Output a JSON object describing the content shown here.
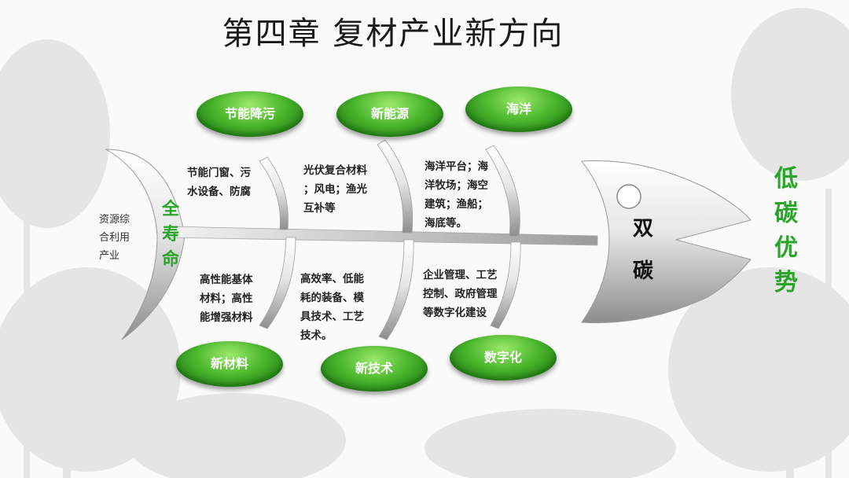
{
  "title": "第四章  复材产业新方向",
  "tail_text": [
    "资源综",
    "合利用",
    "产业"
  ],
  "left_vertical": "全寿命",
  "head_text": "双碳",
  "right_vertical": "低碳优势",
  "top_categories": [
    {
      "label": "节能降污",
      "lines": [
        "节能门窗、污",
        "水设备、防腐"
      ]
    },
    {
      "label": "新能源",
      "lines": [
        "光伏复合材料",
        "；风电；渔光",
        "互补等"
      ]
    },
    {
      "label": "海洋",
      "lines": [
        "海洋平台；海",
        "洋牧场；海空",
        "建筑；渔船；",
        "海底等。"
      ]
    }
  ],
  "bottom_categories": [
    {
      "label": "新材料",
      "lines": [
        "高性能基体",
        "材料；高性",
        "能增强材料"
      ]
    },
    {
      "label": "新技术",
      "lines": [
        "高效率、低能",
        "耗的装备、模",
        "具技术、工艺",
        "技术。"
      ]
    },
    {
      "label": "数字化",
      "lines": [
        "企业管理、工艺",
        "控制、政府管理",
        "等数字化建设"
      ]
    }
  ],
  "colors": {
    "accent_green": "#2aa52a",
    "pill_green": "#3fa92a",
    "fish_gray": "#9a9a9a"
  }
}
